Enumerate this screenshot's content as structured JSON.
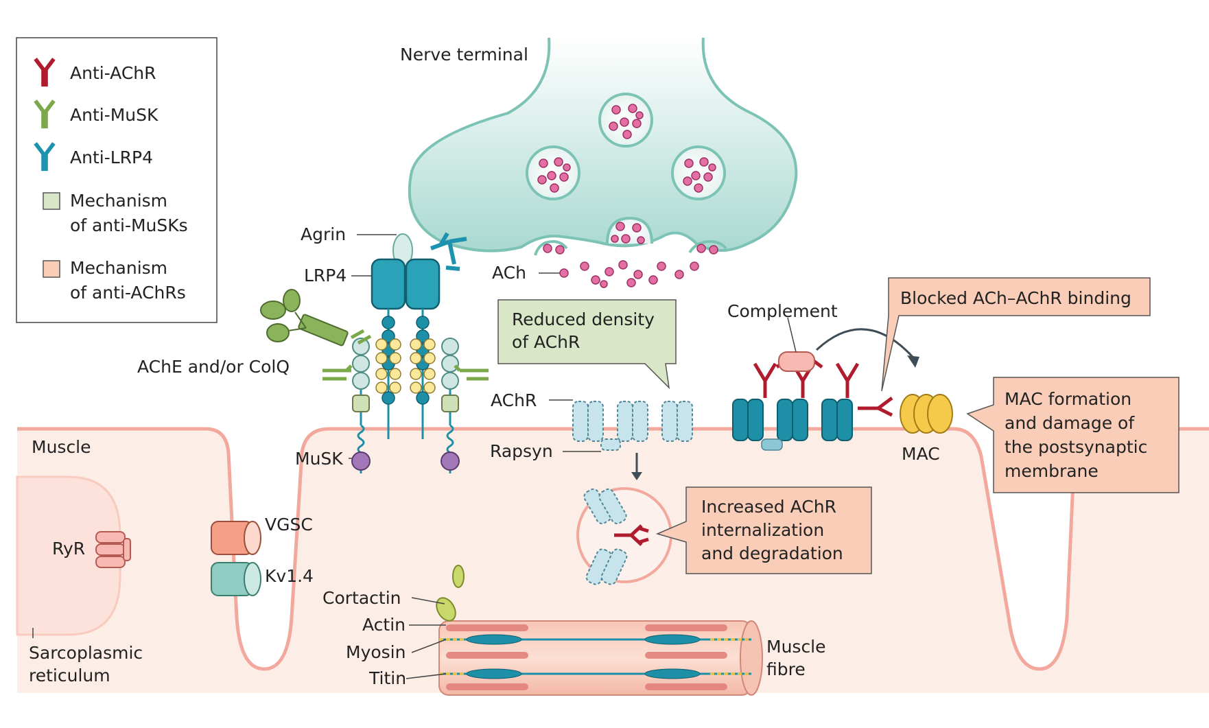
{
  "legend": {
    "items": [
      {
        "label": "Anti-AChR",
        "color": "#b01c2e",
        "icon": "antibody-icon"
      },
      {
        "label": "Anti-MuSK",
        "color": "#7aa84a",
        "icon": "antibody-icon"
      },
      {
        "label": "Anti-LRP4",
        "color": "#1d93b0",
        "icon": "antibody-icon"
      },
      {
        "label1": "Mechanism",
        "label2": "of anti-MuSKs",
        "color": "#d9e6c8",
        "icon": "square-swatch-icon"
      },
      {
        "label1": "Mechanism",
        "label2": "of anti-AChRs",
        "color": "#f9cdb8",
        "icon": "square-swatch-icon"
      }
    ]
  },
  "labels": {
    "nerve_terminal": "Nerve terminal",
    "agrin": "Agrin",
    "lrp4": "LRP4",
    "ach": "ACh",
    "ache_colq": "AChE and/or ColQ",
    "muscle": "Muscle",
    "musk": "MuSK",
    "achr": "AChR",
    "rapsyn": "Rapsyn",
    "complement": "Complement",
    "mac": "MAC",
    "ryr": "RyR",
    "vgsc": "VGSC",
    "kv14": "Kv1.4",
    "sr1": "Sarcoplasmic",
    "sr2": "reticulum",
    "cortactin": "Cortactin",
    "actin": "Actin",
    "myosin": "Myosin",
    "titin": "Titin",
    "fibre1": "Muscle",
    "fibre2": "fibre"
  },
  "callouts": {
    "reduced_density": [
      "Reduced density",
      "of AChR"
    ],
    "blocked_binding": [
      "Blocked ACh–AChR binding"
    ],
    "mac_formation": [
      "MAC formation",
      "and damage of",
      "the postsynaptic",
      "membrane"
    ],
    "internalization": [
      "Increased AChR",
      "internalization",
      "and degradation"
    ]
  },
  "colors": {
    "nerve_fill": "#bfe3dd",
    "nerve_stroke": "#7cc3b6",
    "muscle_fill": "#fde8e3",
    "membrane": "#f2a89c",
    "anti_achr": "#b01c2e",
    "anti_musk": "#7aa84a",
    "anti_lrp4": "#1d93b0",
    "ach_vesicle": "#d6508c",
    "achr_teal": "#1d8fa6",
    "mac": "#f5c94a",
    "green_box": "#d9e6c8",
    "salmon_box": "#f9cdb8"
  }
}
